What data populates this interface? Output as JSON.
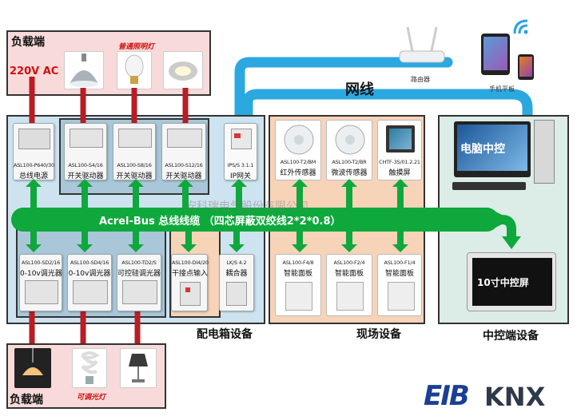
{
  "load_top": {
    "title": "负载端",
    "voltage": "220V AC",
    "lamp_label": "普通照明灯"
  },
  "load_bottom": {
    "title": "负载端",
    "lamp_label": "可调光灯"
  },
  "network": {
    "label": "网线",
    "router_caption": "路由器",
    "mobile_caption": "手机平板"
  },
  "bus": {
    "label": "Acrel-Bus 总线线缆 （四芯屏蔽双绞线2*2*0.8）",
    "watermark": "安科瑞电气股份有限公司"
  },
  "regions": {
    "cabinet": "配电箱设备",
    "field": "现场设备",
    "control": "中控端设备"
  },
  "top_devices": [
    {
      "model": "ASL100-P640/30",
      "name": "总线电源"
    },
    {
      "model": "ASL100-S4/16",
      "name": "开关驱动器"
    },
    {
      "model": "ASL100-S8/16",
      "name": "开关驱动器"
    },
    {
      "model": "ASL100-S12/16",
      "name": "开关驱动器"
    },
    {
      "model": "IPS/S 3.1.1",
      "name": "IP网关"
    }
  ],
  "bottom_devices": [
    {
      "model": "ASL100-SD2/16",
      "name": "0-10v调光器"
    },
    {
      "model": "ASL100-SD4/16",
      "name": "0-10v调光器"
    },
    {
      "model": "ASL100-TD2/S",
      "name": "可控硅调光器"
    },
    {
      "model": "ASL100-DI4/20",
      "name": "干接点输入"
    },
    {
      "model": "LK/S 4.2",
      "name": "耦合器"
    }
  ],
  "field_sensors": [
    {
      "model": "ASL100-T2/BM",
      "name": "红外传感器"
    },
    {
      "model": "ASL100-T2/BR",
      "name": "微波传感器"
    },
    {
      "model": "CHTF-3S/01.2.21",
      "name": "触摸屏"
    }
  ],
  "field_panels": [
    {
      "model": "ASL100-F4/8",
      "name": "智能面板"
    },
    {
      "model": "ASL100-F2/4",
      "name": "智能面板"
    },
    {
      "model": "ASL100-F1/4",
      "name": "智能面板"
    }
  ],
  "control": {
    "pc_label": "电脑中控",
    "screen_label": "10寸中控屏"
  },
  "logos": {
    "eib": "EIB",
    "knx": "KNX"
  },
  "colors": {
    "bus_green": "#0fa83c",
    "net_blue": "#2ba8e0",
    "cabinet_bg": "#cde3ef",
    "field_bg": "#f7d3b8",
    "control_bg": "#dcece6",
    "load_bg": "#f8dada"
  }
}
